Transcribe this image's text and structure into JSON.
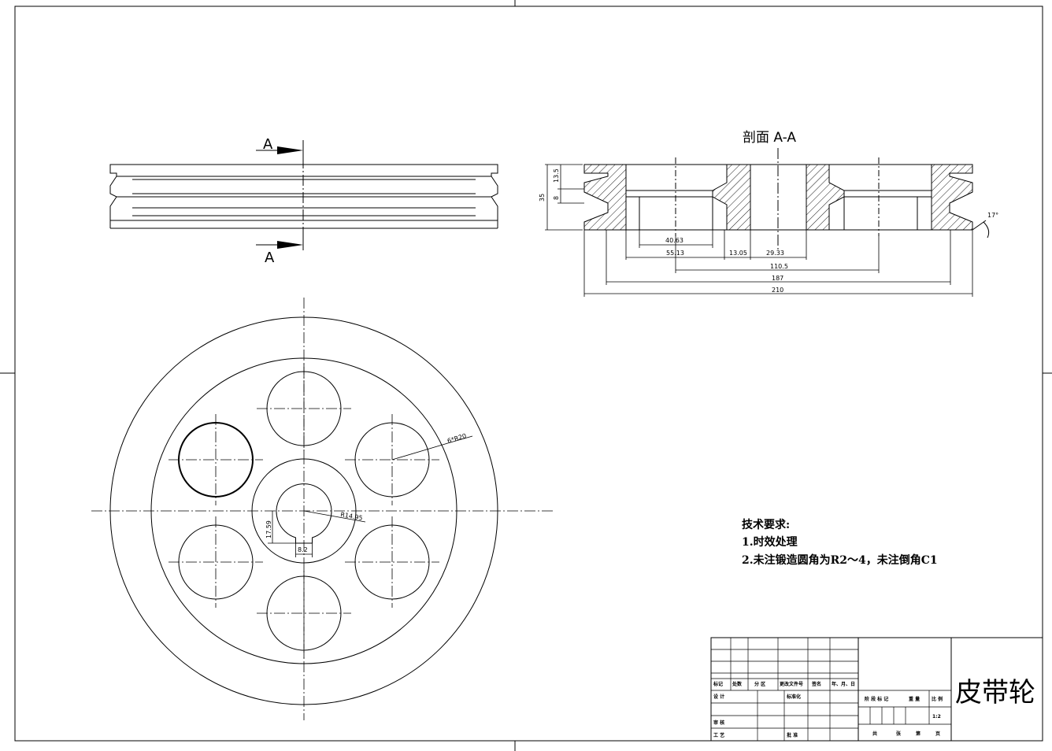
{
  "section_view": {
    "title": "剖面 A-A",
    "section_marks": [
      "A",
      "A"
    ],
    "dims_vertical": {
      "overall": "35",
      "groove_depth": "13.5",
      "groove_width": "8"
    },
    "dims_horizontal": [
      "40.63",
      "55.13",
      "13.05",
      "29.33",
      "110.5",
      "187",
      "210"
    ],
    "angle": "17°"
  },
  "front_view": {
    "holes": "6*R20",
    "bore_radius": "R14.95",
    "key_height": "17.59",
    "key_width": "8.2"
  },
  "tech_notes": {
    "title": "技术要求:",
    "items": [
      "1.时效处理",
      "2.未注锻造圆角为R2～4，未注倒角C1"
    ]
  },
  "title_block": {
    "part_name": "皮带轮",
    "header_labels": [
      "标记",
      "处数",
      "分 区",
      "更改文件号",
      "签名",
      "年、月、日"
    ],
    "design": "设 计",
    "standardize": "标准化",
    "review": "审 核",
    "process": "工 艺",
    "approve": "批 准",
    "stage_labels": [
      "阶 段 标 记",
      "重 量",
      "比 例"
    ],
    "scale": "1:2",
    "sheets": [
      "共",
      "张",
      "第",
      "页"
    ]
  },
  "colors": {
    "line": "#000000",
    "paper": "#ffffff"
  }
}
